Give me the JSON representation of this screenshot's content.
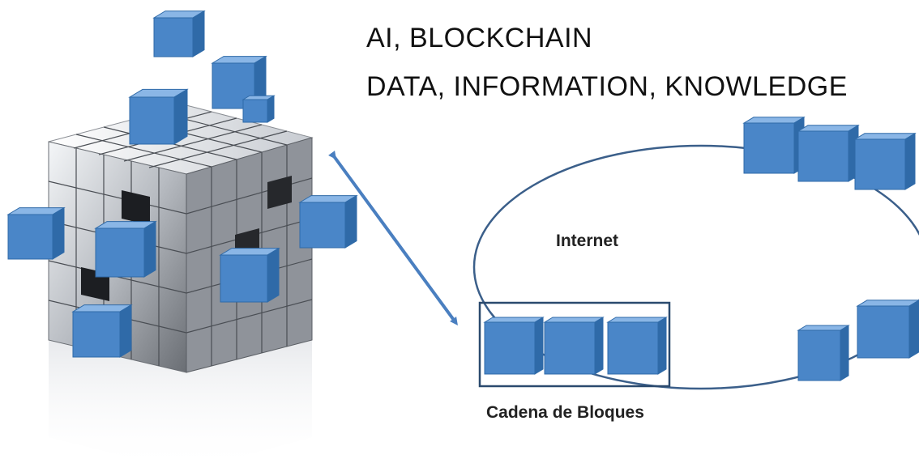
{
  "title": {
    "line1": "AI, BLOCKCHAIN",
    "line2": "DATA, INFORMATION, KNOWLEDGE"
  },
  "network": {
    "label": "Internet",
    "chain_label": "Cadena de Bloques"
  },
  "colors": {
    "block_front": "#4a86c8",
    "block_top": "#8ab6e6",
    "block_side": "#2f6aa8",
    "ring": "#3b5f8a",
    "arrow": "#4a7fc0"
  },
  "icons": {
    "cluster": "cube-cluster-icon",
    "block": "blockchain-block-icon",
    "arrow": "double-arrow-icon"
  }
}
